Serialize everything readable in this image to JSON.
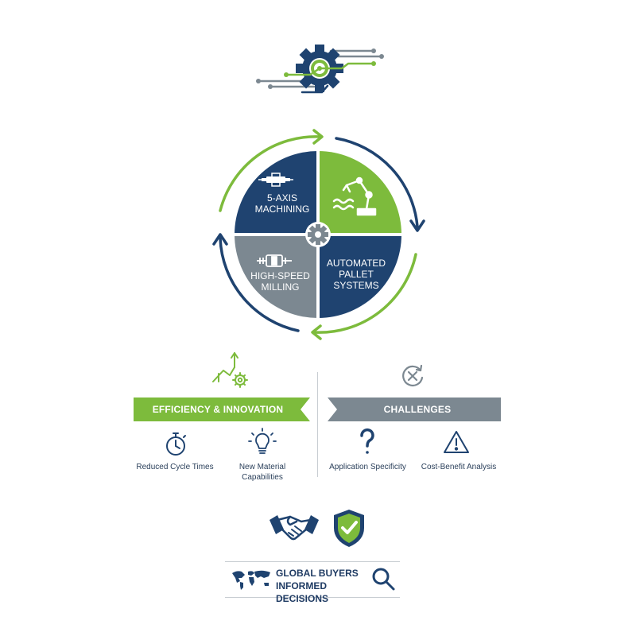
{
  "colors": {
    "navy": "#1f4370",
    "green": "#7dbb3c",
    "gray": "#7c8891",
    "text": "#2a3f5a"
  },
  "cycle": {
    "quadrants": [
      {
        "label": "5-AXIS\nMACHINING",
        "icon": "spindle-icon",
        "color": "#1f4370"
      },
      {
        "label": "",
        "icon": "robot-arm-icon",
        "color": "#7dbb3c"
      },
      {
        "label": "HIGH-SPEED\nMILLING",
        "icon": "milling-tool-icon",
        "color": "#7c8891"
      },
      {
        "label": "AUTOMATED\nPALLET\nSYSTEMS",
        "icon": "",
        "color": "#1f4370"
      }
    ],
    "center_icon": "gear-icon"
  },
  "efficiency": {
    "title": "EFFICIENCY & INNOVATION",
    "icon": "growth-gear-icon",
    "items": [
      {
        "label": "Reduced Cycle Times",
        "icon": "stopwatch-icon"
      },
      {
        "label": "New Material\nCapabilities",
        "icon": "lightbulb-icon"
      }
    ]
  },
  "challenges": {
    "title": "CHALLENGES",
    "icon": "cycle-x-icon",
    "items": [
      {
        "label": "Application Specificity",
        "icon": "question-icon"
      },
      {
        "label": "Cost-Benefit Analysis",
        "icon": "warning-icon"
      }
    ]
  },
  "footer": {
    "line": "GLOBAL BUYERS\nINFORMED DECISIONS",
    "icons": [
      "handshake-icon",
      "shield-check-icon",
      "world-map-icon",
      "magnifier-icon"
    ]
  }
}
